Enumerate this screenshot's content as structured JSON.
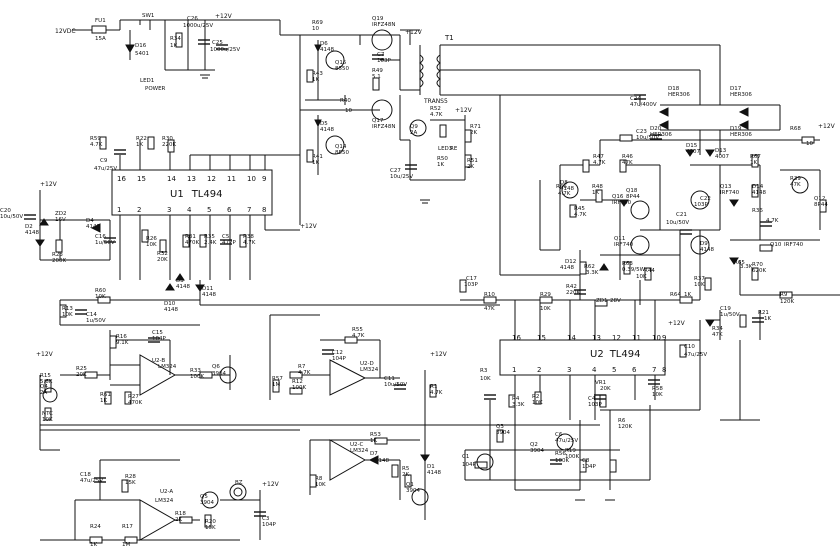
{
  "diagram": {
    "ic_u1": {
      "ref": "U1",
      "part": "TL494",
      "pins_top": [
        "16",
        "15",
        "14",
        "13",
        "12",
        "11",
        "10",
        "9"
      ],
      "pins_bottom": [
        "1",
        "2",
        "3",
        "4",
        "5",
        "6",
        "7",
        "8"
      ]
    },
    "ic_u2": {
      "ref": "U2",
      "part": "TL494",
      "pins_top": [
        "16",
        "15",
        "14",
        "13",
        "12",
        "11",
        "10",
        "9"
      ],
      "pins_bottom": [
        "1",
        "2",
        "3",
        "4",
        "5",
        "6",
        "7",
        "8"
      ]
    },
    "transformer": {
      "ref": "T1",
      "part": "TRANS5"
    },
    "rail_label": "+12V",
    "input_label": "12VDC",
    "labels": [
      "FU1",
      "15A",
      "SW1",
      "D16",
      "5401",
      "R34",
      "1K",
      "C26",
      "1000u/25V",
      "C25",
      "1000u/25V",
      "LED1",
      "POWER",
      "R69",
      "10",
      "Q19",
      "IRFZ48N",
      "C7",
      "103P",
      "D6",
      "4148",
      "R43",
      "1K",
      "Q15",
      "8550",
      "R40",
      "10",
      "Q17",
      "IRFZ48N",
      "R49",
      "5.1",
      "R52",
      "4.7K",
      "Q9",
      "2A",
      "D5",
      "4148",
      "R41",
      "1K",
      "Q14",
      "8550",
      "LED3",
      "RE",
      "R71",
      "2K",
      "C27",
      "10u/25V",
      "R50",
      "1K",
      "R51",
      "2K",
      "R59",
      "4.7K",
      "C9",
      "47u/25V",
      "R22",
      "1K",
      "R30",
      "220K",
      "C20",
      "10u/50V",
      "ZD2",
      "16V",
      "D4",
      "4148",
      "D2",
      "4148",
      "R23",
      "200K",
      "C16",
      "1u/50V",
      "R26",
      "10K",
      "R32",
      "20K",
      "R31",
      "470K",
      "R35",
      "2.4K",
      "C5",
      "472P",
      "R38",
      "4.7K",
      "D3",
      "4148",
      "D11",
      "4148",
      "D10",
      "4148",
      "R13",
      "10K",
      "C14",
      "1u/50V",
      "R60",
      "10K",
      "R16",
      "9.1K",
      "C15",
      "104P",
      "U2-B",
      "LM324",
      "R33",
      "100K",
      "Q6",
      "3904",
      "R25",
      "20K",
      "R15",
      "5.6K",
      "Q4",
      "2A",
      "R61",
      "1K",
      "R27",
      "470K",
      "NTC",
      "10K",
      "R7",
      "4.7K",
      "R12",
      "100K",
      "R57",
      "1M",
      "C12",
      "104P",
      "R55",
      "4.7K",
      "U2-D",
      "LM324",
      "C11",
      "10u/50V",
      "R1",
      "4.7K",
      "R53",
      "1K",
      "U2-C",
      "LM324",
      "D7",
      "4148",
      "D1",
      "4148",
      "R5",
      "2K",
      "Q1",
      "3904",
      "R8",
      "10K",
      "C18",
      "47u/25V",
      "R28",
      "15K",
      "U2-A",
      "LM324",
      "R18",
      "2K",
      "Q5",
      "3904",
      "BZ",
      "C3",
      "104P",
      "R24",
      "1K",
      "R17",
      "1M",
      "R20",
      "15K",
      "C24",
      "47u/400V",
      "D18",
      "HER306",
      "D17",
      "HER306",
      "D20",
      "HER306",
      "D19",
      "HER306",
      "C23",
      "10u/50V",
      "R68",
      "10",
      "D15",
      "4007",
      "D13",
      "4007",
      "R47",
      "4.7K",
      "R46",
      "47K",
      "R48",
      "1K",
      "Q16",
      "IRF740",
      "D8",
      "4148",
      "Q18",
      "8P44",
      "R45",
      "4.7K",
      "R66",
      "4.7K",
      "R67",
      "1K",
      "D14",
      "4148",
      "Q13",
      "IRF740",
      "C22",
      "103P",
      "C21",
      "10u/50V",
      "R36",
      "4.7K",
      "Q12",
      "8P44",
      "R39",
      "47K",
      "Q10",
      "IRF740",
      "Q11",
      "IRF740",
      "D9",
      "4148",
      "R62",
      "3.3K",
      "R63",
      "0.39/5W",
      "R44",
      "10K",
      "D12",
      "4148",
      "R65",
      "3.3K",
      "R70",
      "620K",
      "C17",
      "103P",
      "R42",
      "220K",
      "R64",
      "1K",
      "R37",
      "10K",
      "R9",
      "120K",
      "R10",
      "47K",
      "R29",
      "10K",
      "ZD1",
      "28V",
      "R34",
      "47K",
      "C19",
      "1u/50V",
      "R21",
      "1K",
      "C10",
      "47u/25V",
      "R3",
      "10K",
      "R4",
      "3.3K",
      "R2",
      "10K",
      "Q3",
      "3904",
      "C6",
      "47u/25V",
      "Q2",
      "3904",
      "R56",
      "100K",
      "R19",
      "100K",
      "C1",
      "104P",
      "C4",
      "103P",
      "VR1",
      "20K",
      "R58",
      "10K",
      "R6",
      "120K",
      "C8",
      "104P"
    ]
  }
}
